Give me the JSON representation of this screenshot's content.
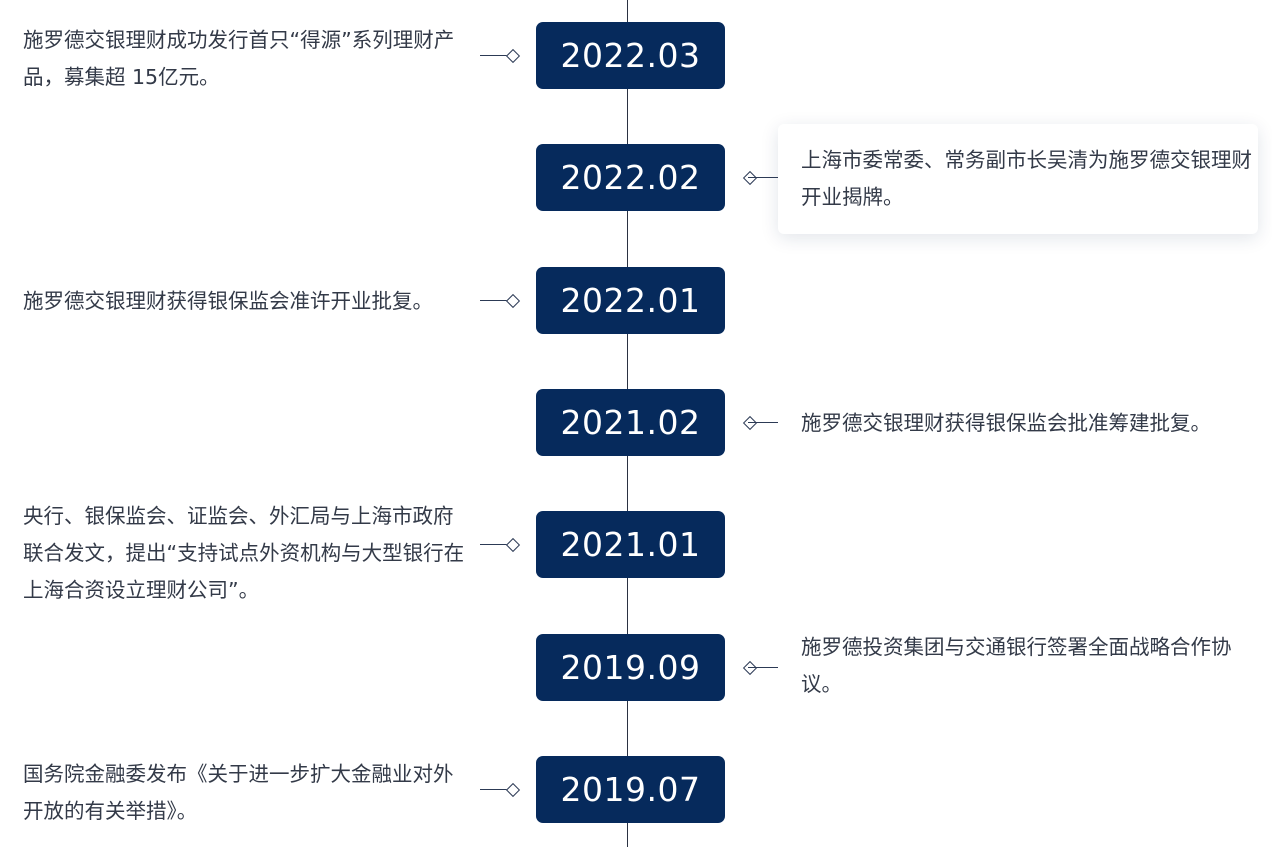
{
  "timeline": [
    {
      "date": "2022.03",
      "side": "left",
      "text": "施罗德交银理财成功发行首只“得源”系列理财产品，募集超 15亿元。"
    },
    {
      "date": "2022.02",
      "side": "right",
      "highlighted": true,
      "text": "上海市委常委、常务副市长吴清为施罗德交银理财开业揭牌。"
    },
    {
      "date": "2022.01",
      "side": "left",
      "text": "施罗德交银理财获得银保监会准许开业批复。"
    },
    {
      "date": "2021.02",
      "side": "right",
      "text": "施罗德交银理财获得银保监会批准筹建批复。"
    },
    {
      "date": "2021.01",
      "side": "left",
      "text": "央行、银保监会、证监会、外汇局与上海市政府联合发文，提出“支持试点外资机构与大型银行在上海合资设立理财公司”。"
    },
    {
      "date": "2019.09",
      "side": "right",
      "text": "施罗德投资集团与交通银行签署全面战略合作协议。"
    },
    {
      "date": "2019.07",
      "side": "left",
      "text": "国务院金融委发布《关于进一步扩大金融业对外开放的有关举措》。"
    }
  ],
  "colors": {
    "date_badge": "#062a5c",
    "axis": "#2b3242",
    "text": "#333a48"
  }
}
